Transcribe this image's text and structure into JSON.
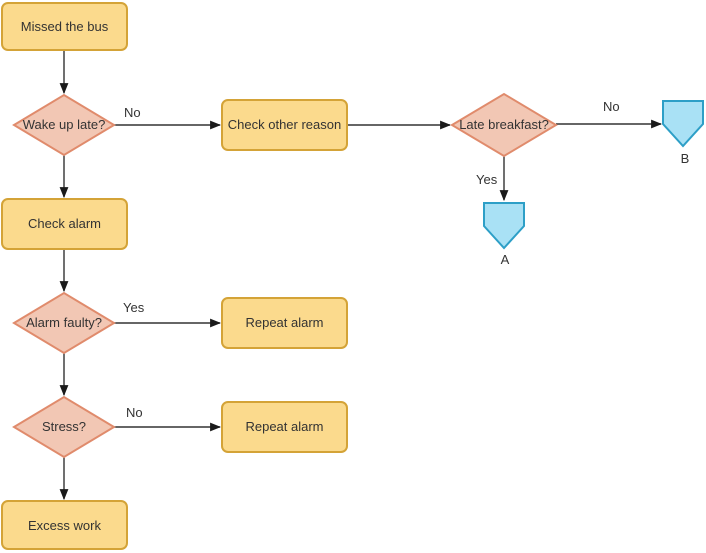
{
  "diagram": {
    "type": "flowchart",
    "background": "#ffffff",
    "nodes": {
      "missed_bus": {
        "label": "Missed the bus",
        "type": "process"
      },
      "wake_up_late": {
        "label": "Wake up late?",
        "type": "decision"
      },
      "check_other_reason": {
        "label": "Check other reason",
        "type": "process"
      },
      "late_breakfast": {
        "label": "Late breakfast?",
        "type": "decision"
      },
      "connector_b": {
        "label": "B",
        "type": "off-page-connector"
      },
      "connector_a": {
        "label": "A",
        "type": "off-page-connector"
      },
      "check_alarm": {
        "label": "Check alarm",
        "type": "process"
      },
      "alarm_faulty": {
        "label": "Alarm faulty?",
        "type": "decision"
      },
      "repeat_alarm_1": {
        "label": "Repeat alarm",
        "type": "process"
      },
      "stress": {
        "label": "Stress?",
        "type": "decision"
      },
      "repeat_alarm_2": {
        "label": "Repeat alarm",
        "type": "process"
      },
      "excess_work": {
        "label": "Excess work",
        "type": "process"
      }
    },
    "edges": [
      {
        "from": "missed_bus",
        "to": "wake_up_late",
        "label": ""
      },
      {
        "from": "wake_up_late",
        "to": "check_other_reason",
        "label": "No"
      },
      {
        "from": "check_other_reason",
        "to": "late_breakfast",
        "label": ""
      },
      {
        "from": "late_breakfast",
        "to": "connector_b",
        "label": "No"
      },
      {
        "from": "late_breakfast",
        "to": "connector_a",
        "label": "Yes"
      },
      {
        "from": "wake_up_late",
        "to": "check_alarm",
        "label": ""
      },
      {
        "from": "check_alarm",
        "to": "alarm_faulty",
        "label": ""
      },
      {
        "from": "alarm_faulty",
        "to": "repeat_alarm_1",
        "label": "Yes"
      },
      {
        "from": "alarm_faulty",
        "to": "stress",
        "label": ""
      },
      {
        "from": "stress",
        "to": "repeat_alarm_2",
        "label": "No"
      },
      {
        "from": "stress",
        "to": "excess_work",
        "label": ""
      }
    ],
    "colors": {
      "process_fill": "#fbda8d",
      "process_border": "#d4a337",
      "decision_fill": "#f2c7b4",
      "decision_border": "#e08b6c",
      "connector_fill": "#a9e1f5",
      "connector_border": "#2d9fc7",
      "line": "#333333",
      "arrowhead": "#1a1a1a",
      "text": "#333333"
    }
  }
}
